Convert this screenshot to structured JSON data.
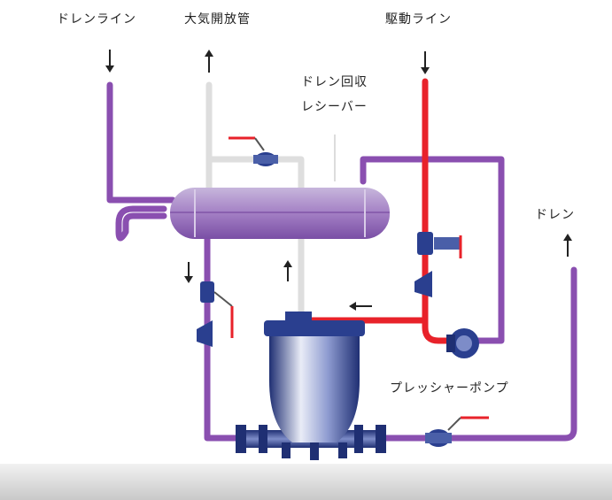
{
  "labels": {
    "drain_line": "ドレンライン",
    "vent_pipe": "大気開放管",
    "motive_line": "駆動ライン",
    "receiver_line1": "ドレン回収",
    "receiver_line2": "レシーバー",
    "drain": "ドレン",
    "pressure_pump": "プレッシャーポンプ"
  },
  "colors": {
    "drain_pipe": "#8a4fb0",
    "motive_pipe": "#e8222a",
    "vent_pipe": "#e0e0e0",
    "equipment": "#2a3f8f",
    "receiver": "#a98ac7",
    "floor": "#d6d6d6"
  },
  "icons": [
    "arrow-down-icon",
    "arrow-up-icon",
    "arrow-left-icon",
    "valve-icon",
    "check-valve-icon",
    "pressure-pump-icon"
  ]
}
